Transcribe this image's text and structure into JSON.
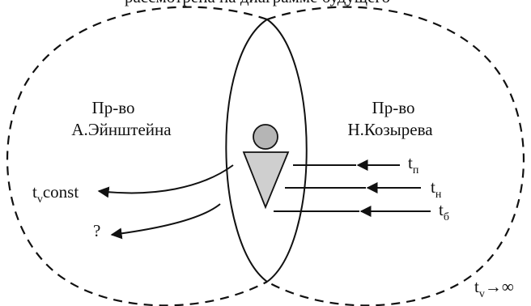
{
  "top_fragment": "рассмотрена на диаграмме будущего",
  "left_space": {
    "line1": "Пр-во",
    "line2": "А.Эйнштейна"
  },
  "right_space": {
    "line1": "Пр-во",
    "line2": "Н.Козырева"
  },
  "left_outputs": {
    "tv_main": "t",
    "tv_sub": "v",
    "tv_rest": "const",
    "question": "?"
  },
  "right_inputs": [
    {
      "main": "t",
      "sub": "п"
    },
    {
      "main": "t",
      "sub": "н"
    },
    {
      "main": "t",
      "sub": "б"
    }
  ],
  "bottom_right": {
    "main": "t",
    "sub": "v",
    "rest": "→∞"
  }
}
